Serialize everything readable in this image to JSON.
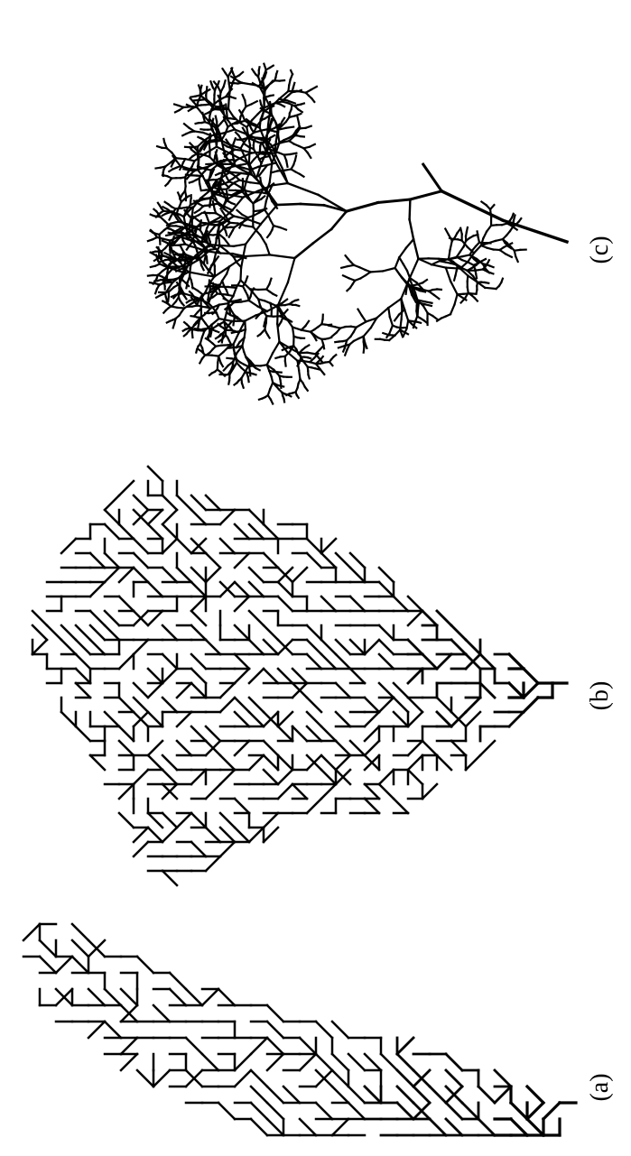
{
  "figure": {
    "panels": [
      {
        "id": "a",
        "label": "(a)",
        "style": "lattice-diagonal",
        "seed": 7,
        "description": ""
      },
      {
        "id": "b",
        "label": "(b)",
        "style": "lattice-grid",
        "seed": 13
      },
      {
        "id": "c",
        "label": "(c)",
        "style": "organic",
        "seed": 29
      }
    ],
    "colors": {
      "ink": "#000000",
      "background": "#ffffff"
    }
  }
}
